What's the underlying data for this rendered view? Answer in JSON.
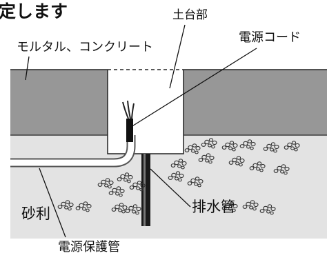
{
  "title": "定します",
  "labels": {
    "foundation": "土台部",
    "mortar": "モルタル、コンクリート",
    "power_cord": "電源コード",
    "gravel": "砂利",
    "drain_pipe": "排水管",
    "protective_pipe": "電源保護管"
  }
}
